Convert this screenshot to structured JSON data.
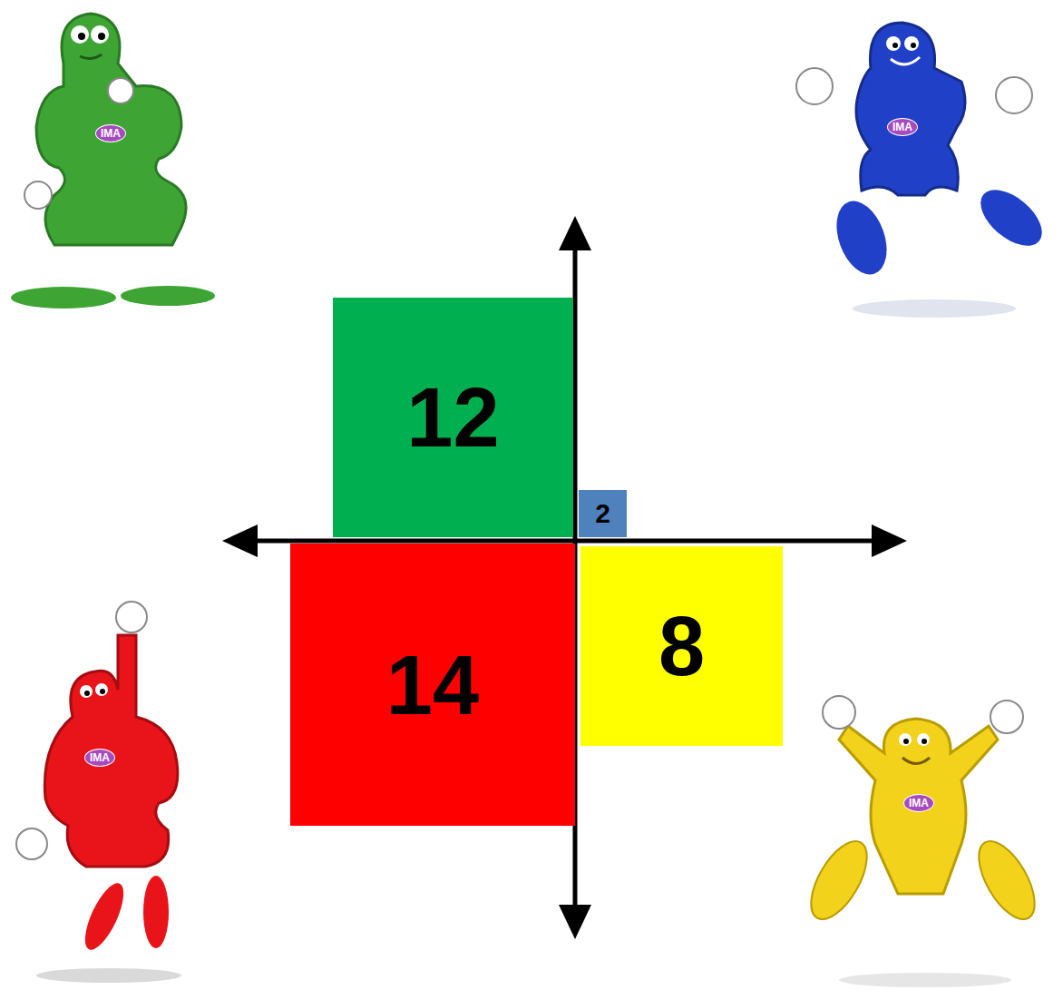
{
  "diagram": {
    "nodes": [
      {
        "text": [
          "12"
        ]
      },
      {
        "text": [
          "2"
        ]
      },
      {
        "text": [
          "14"
        ]
      },
      {
        "text": [
          "8"
        ]
      }
    ],
    "labels": [
      "IMA",
      "IMA",
      "IMA",
      "IMA"
    ]
  }
}
